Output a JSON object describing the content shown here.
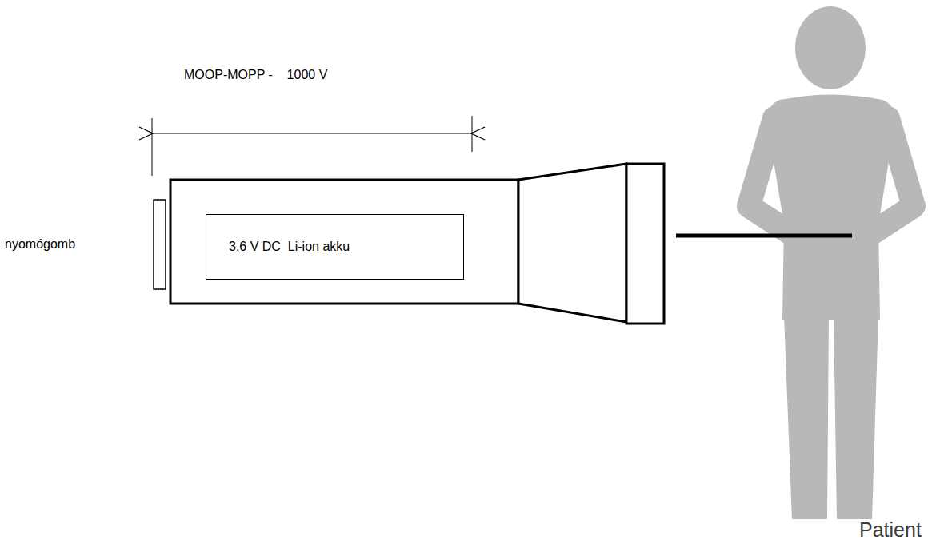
{
  "diagram": {
    "nodes": [
      {
        "text": [
          "3,6 V DC  Li-ion akku"
        ]
      }
    ],
    "labels": [
      "MOOP-MOPP -    1000 V",
      "nyomógomb",
      "Patient"
    ]
  }
}
